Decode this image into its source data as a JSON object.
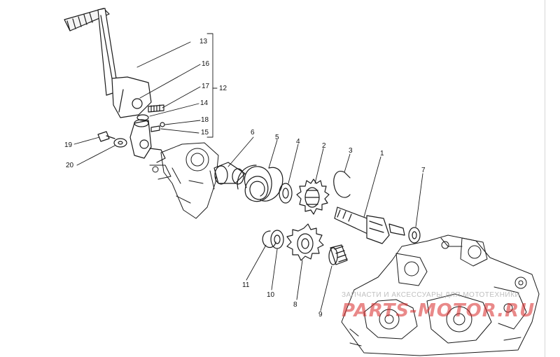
{
  "callouts": {
    "c1": "1",
    "c2": "2",
    "c3": "3",
    "c4": "4",
    "c5": "5",
    "c6": "6",
    "c7": "7",
    "c8": "8",
    "c9": "9",
    "c10": "10",
    "c11": "11",
    "c12": "12",
    "c13": "13",
    "c14": "14",
    "c15": "15",
    "c16": "16",
    "c17": "17",
    "c18": "18",
    "c19": "19",
    "c20": "20"
  },
  "watermark": {
    "tagline": "ЗАПЧАСТИ И АКСЕССУАРЫ ДЛЯ МОТОТЕХНИКИ",
    "brand": "PARTS-MOTOR.RU",
    "brand_color": "#d72828"
  }
}
